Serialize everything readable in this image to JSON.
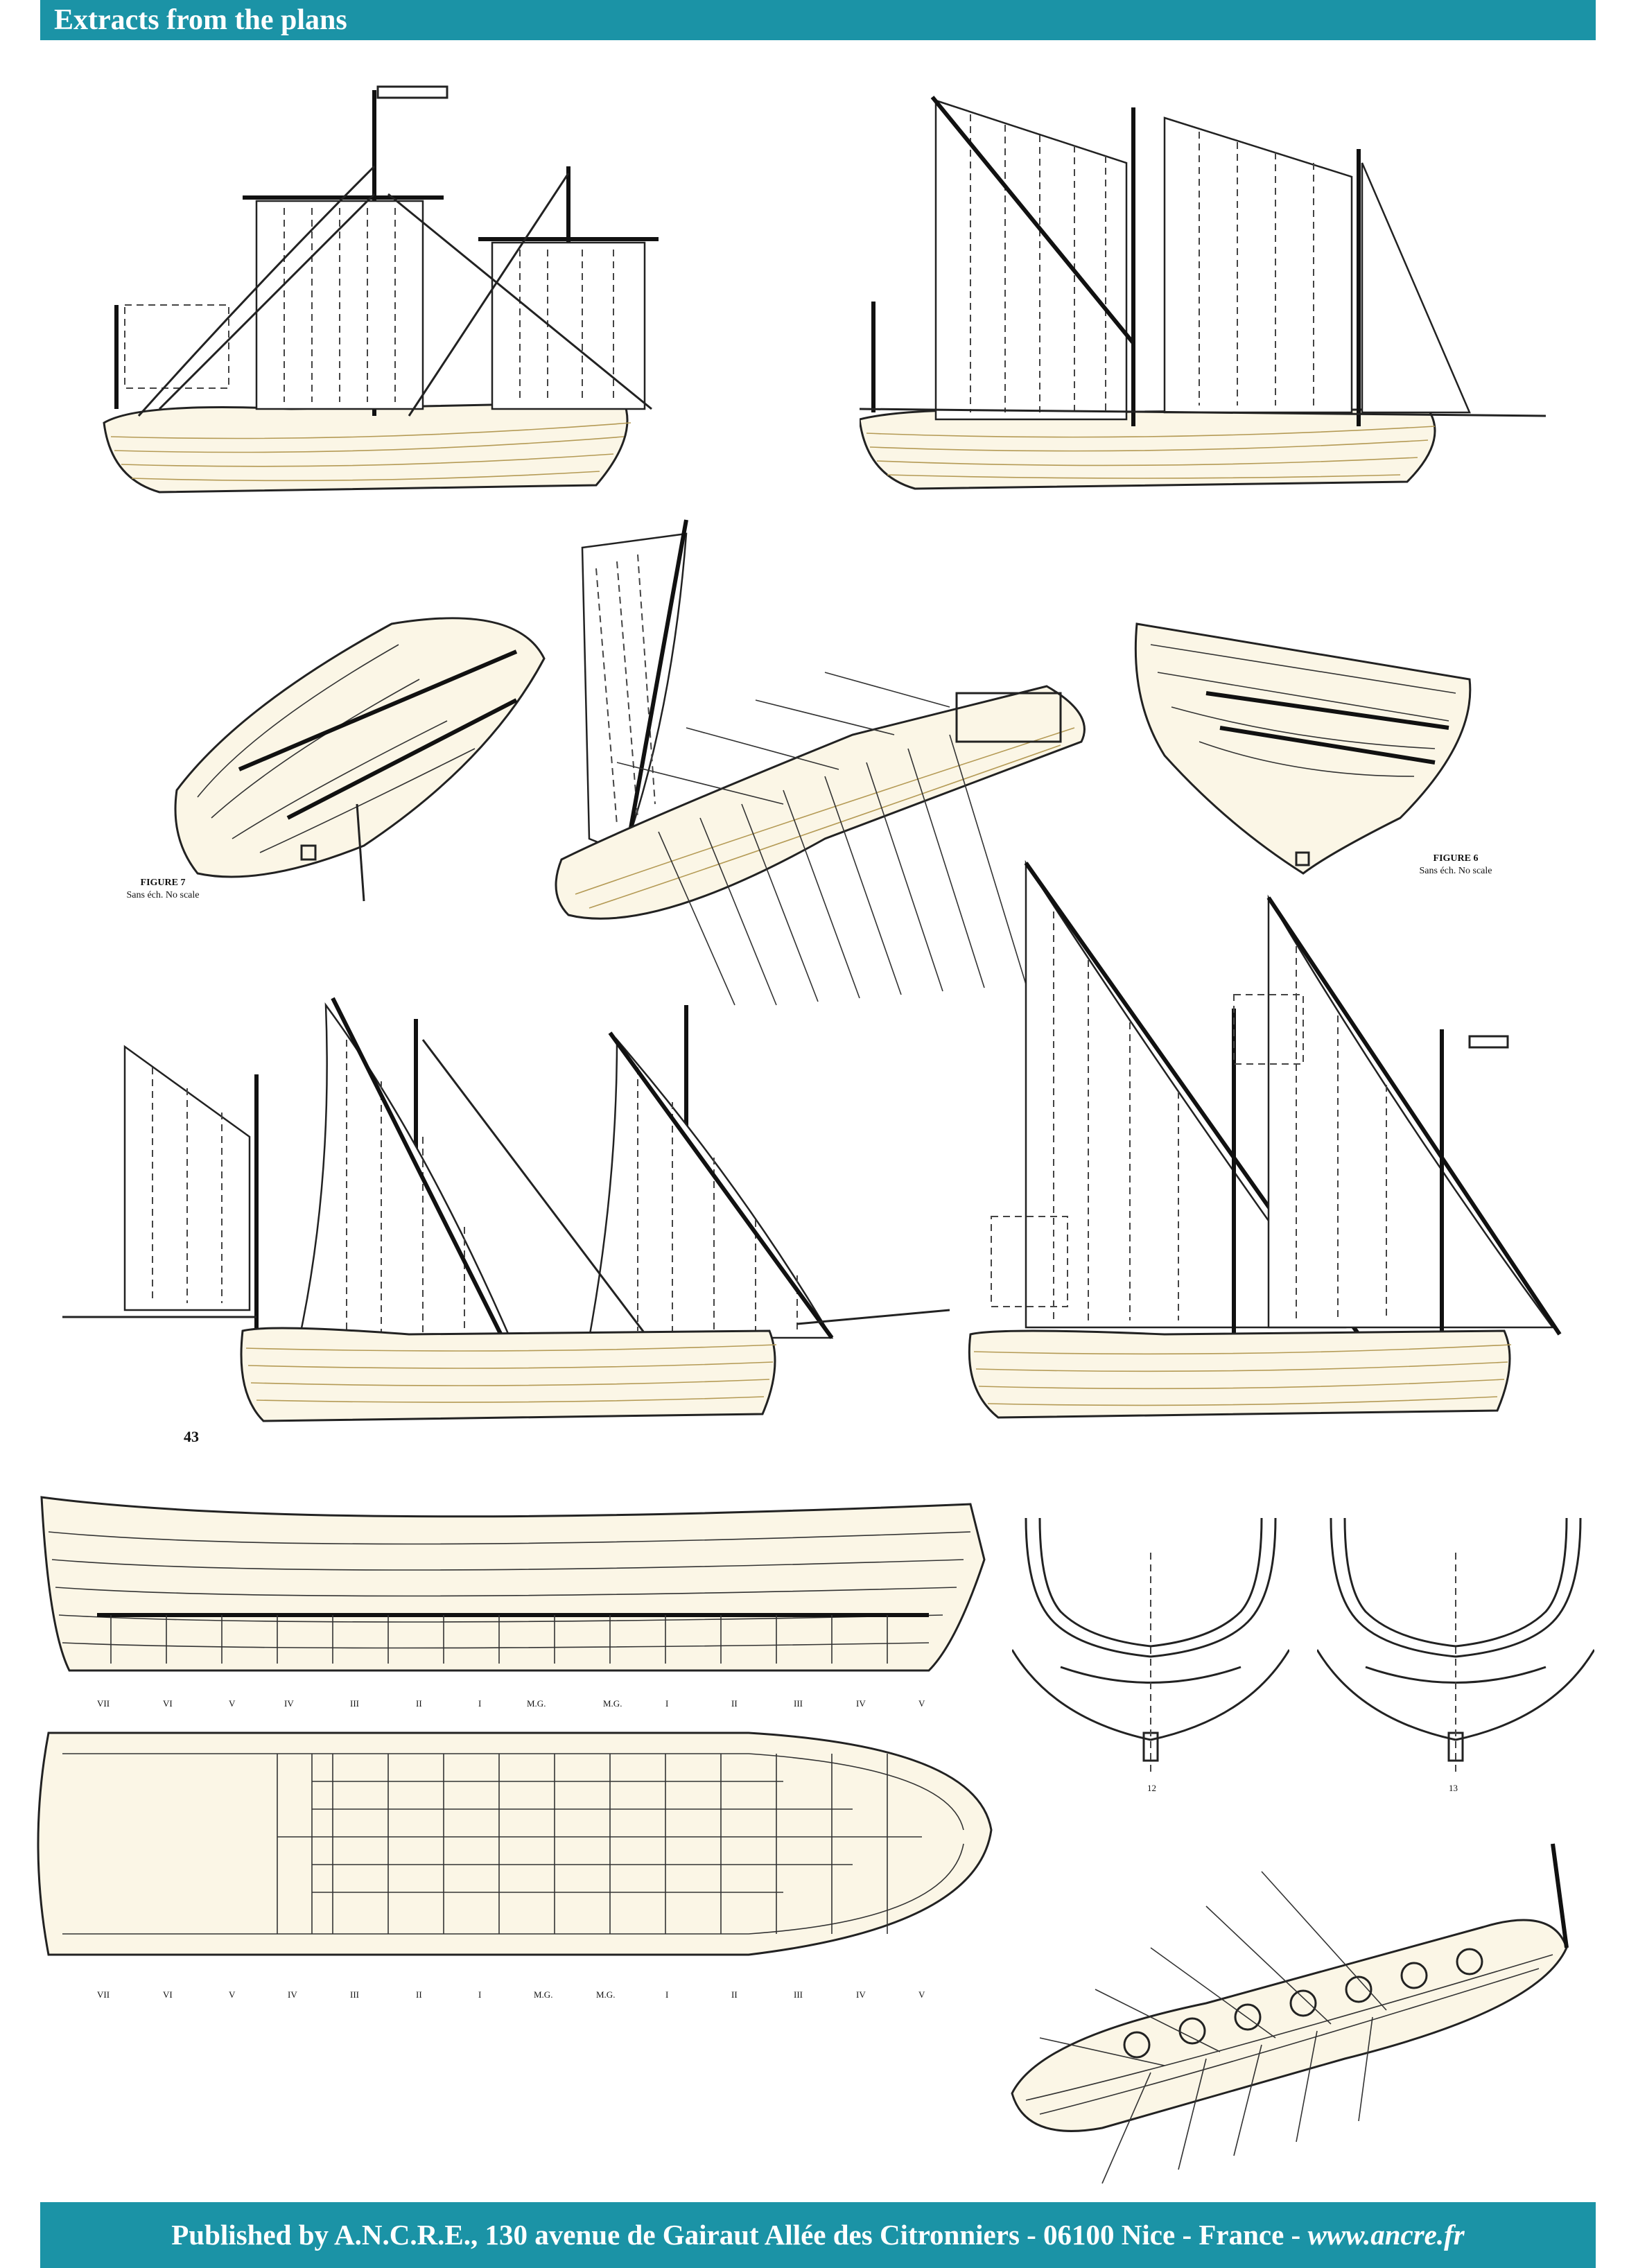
{
  "header": {
    "title": "Extracts from the plans"
  },
  "footer": {
    "text": "Published by A.N.C.R.E., 130 avenue de Gairaut Allée des Citronniers - 06100 Nice - France - ",
    "url": "www.ancre.fr"
  },
  "figures": {
    "figure7": {
      "label": "FIGURE 7",
      "scale": "Sans éch. No scale"
    },
    "figure6": {
      "label": "FIGURE 6",
      "scale": "Sans éch. No scale"
    },
    "plate_number": "43"
  },
  "station_labels": {
    "profile_a": [
      "VII",
      "VI",
      "V",
      "IV",
      "III",
      "II",
      "I",
      "M.G.",
      "M.G.",
      "I",
      "II",
      "III",
      "IV",
      "V"
    ],
    "plan_view": [
      "VII",
      "VI",
      "V",
      "IV",
      "III",
      "II",
      "I",
      "M.G.",
      "M.G.",
      "I",
      "II",
      "III",
      "IV",
      "V"
    ]
  },
  "section_labels": [
    "12",
    "13"
  ],
  "colors": {
    "banner": "#1b93a6",
    "banner_text": "#ffffff",
    "hull_fill": "#fbf6e6",
    "plank_line": "#b49a55"
  }
}
